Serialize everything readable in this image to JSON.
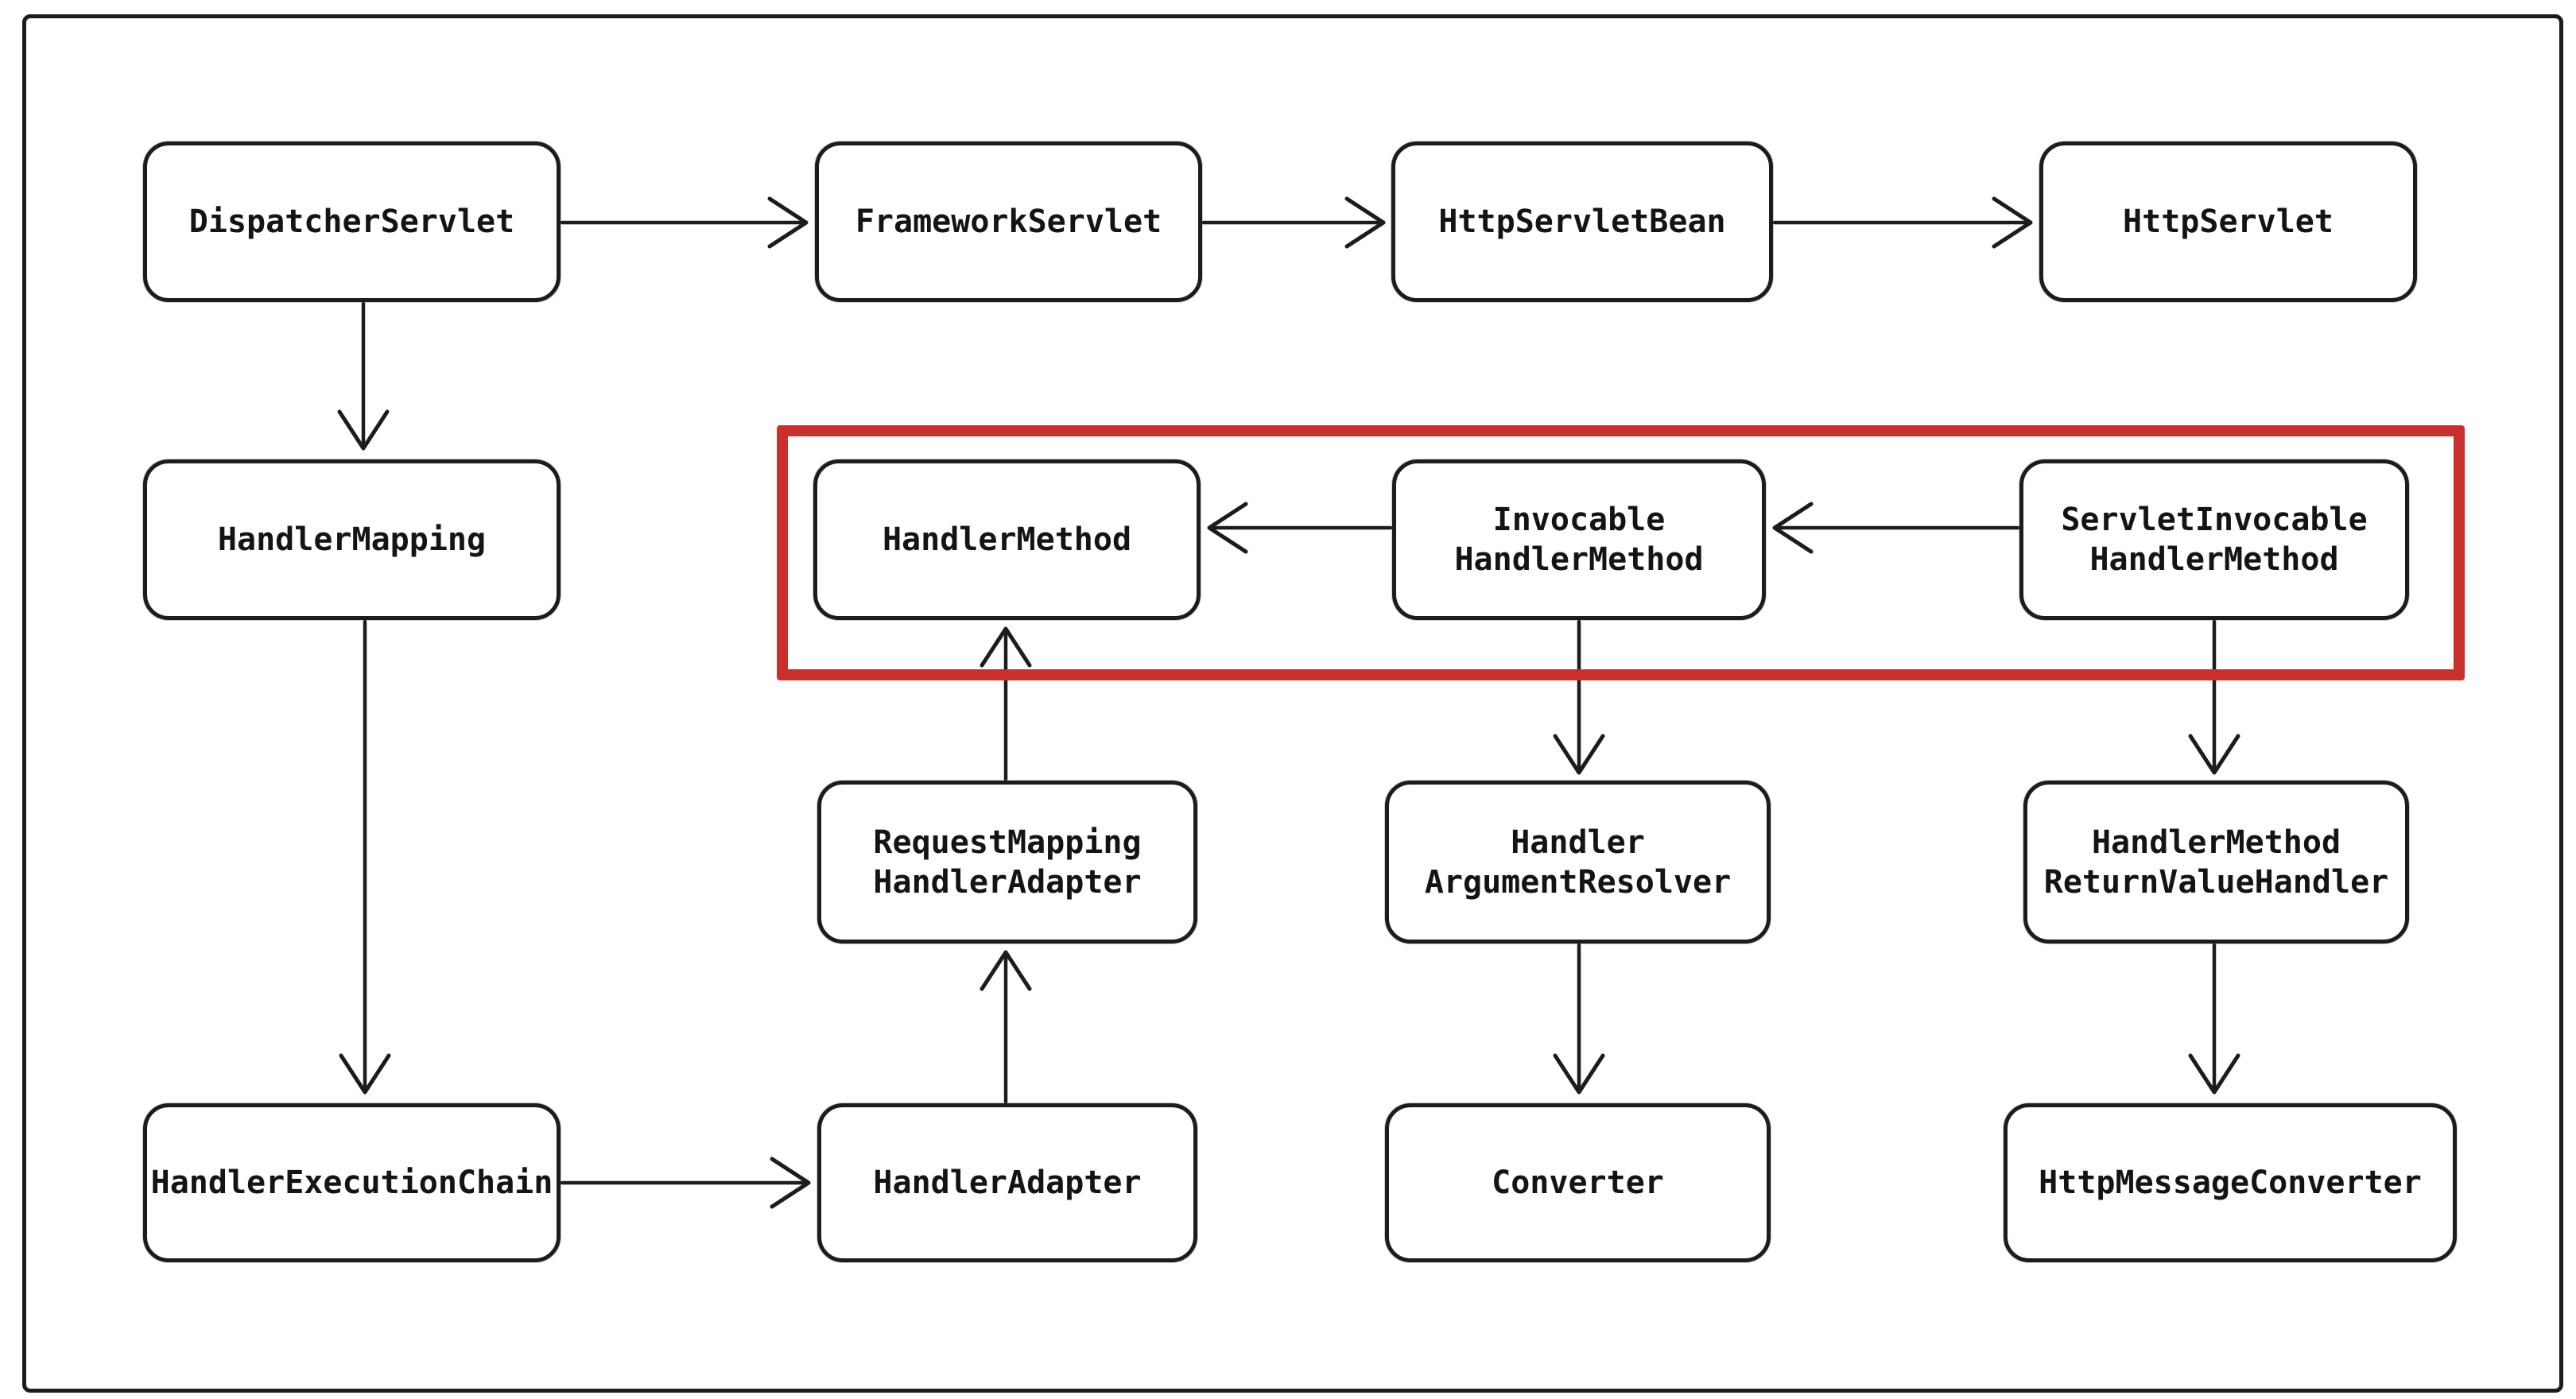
{
  "diagram": {
    "title": "Spring MVC handler class relationships",
    "colors": {
      "background": "#ffffff",
      "stroke": "#1c1c1c",
      "highlight": "#c92f2b"
    },
    "nodes": [
      {
        "id": "DispatcherServlet",
        "label": "DispatcherServlet"
      },
      {
        "id": "FrameworkServlet",
        "label": "FrameworkServlet"
      },
      {
        "id": "HttpServletBean",
        "label": "HttpServletBean"
      },
      {
        "id": "HttpServlet",
        "label": "HttpServlet"
      },
      {
        "id": "HandlerMapping",
        "label": "HandlerMapping"
      },
      {
        "id": "HandlerMethod",
        "label": "HandlerMethod"
      },
      {
        "id": "InvocableHandlerMethod",
        "label": "Invocable\nHandlerMethod"
      },
      {
        "id": "ServletInvocableHandlerMethod",
        "label": "ServletInvocable\nHandlerMethod"
      },
      {
        "id": "RequestMappingHandlerAdapter",
        "label": "RequestMapping\nHandlerAdapter"
      },
      {
        "id": "HandlerArgumentResolver",
        "label": "Handler\nArgumentResolver"
      },
      {
        "id": "HandlerMethodReturnValueHandler",
        "label": "HandlerMethod\nReturnValueHandler"
      },
      {
        "id": "HandlerExecutionChain",
        "label": "HandlerExecutionChain"
      },
      {
        "id": "HandlerAdapter",
        "label": "HandlerAdapter"
      },
      {
        "id": "Converter",
        "label": "Converter"
      },
      {
        "id": "HttpMessageConverter",
        "label": "HttpMessageConverter"
      }
    ],
    "edges": [
      {
        "from": "DispatcherServlet",
        "to": "FrameworkServlet"
      },
      {
        "from": "FrameworkServlet",
        "to": "HttpServletBean"
      },
      {
        "from": "HttpServletBean",
        "to": "HttpServlet"
      },
      {
        "from": "DispatcherServlet",
        "to": "HandlerMapping"
      },
      {
        "from": "HandlerMapping",
        "to": "HandlerExecutionChain"
      },
      {
        "from": "HandlerExecutionChain",
        "to": "HandlerAdapter"
      },
      {
        "from": "HandlerAdapter",
        "to": "RequestMappingHandlerAdapter"
      },
      {
        "from": "RequestMappingHandlerAdapter",
        "to": "HandlerMethod"
      },
      {
        "from": "InvocableHandlerMethod",
        "to": "HandlerMethod"
      },
      {
        "from": "ServletInvocableHandlerMethod",
        "to": "InvocableHandlerMethod"
      },
      {
        "from": "InvocableHandlerMethod",
        "to": "HandlerArgumentResolver"
      },
      {
        "from": "HandlerArgumentResolver",
        "to": "Converter"
      },
      {
        "from": "ServletInvocableHandlerMethod",
        "to": "HandlerMethodReturnValueHandler"
      },
      {
        "from": "HandlerMethodReturnValueHandler",
        "to": "HttpMessageConverter"
      }
    ],
    "highlight": {
      "contains": [
        "HandlerMethod",
        "InvocableHandlerMethod",
        "ServletInvocableHandlerMethod"
      ]
    }
  }
}
